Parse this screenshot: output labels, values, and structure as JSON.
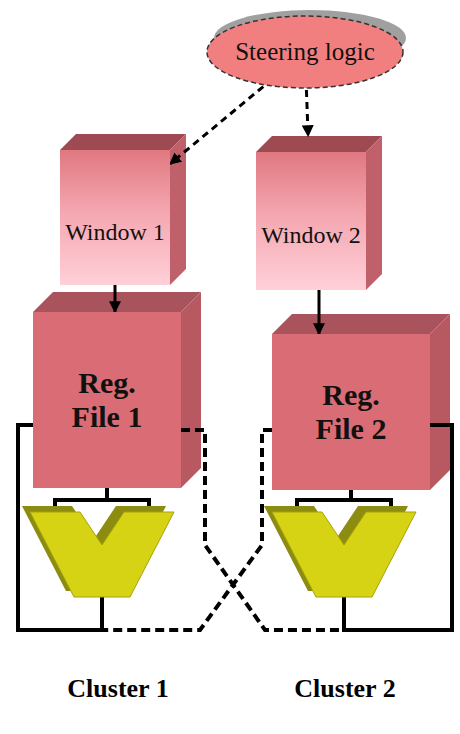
{
  "diagram": {
    "nodes": [
      {
        "text": [
          "Steering logic"
        ]
      },
      {
        "text": [
          "Window 1"
        ]
      },
      {
        "text": [
          "Window 2"
        ]
      },
      {
        "text": [
          "Reg. File 1"
        ]
      },
      {
        "text": [
          "Reg. File 2"
        ]
      }
    ],
    "edges": [
      {
        "from": 0,
        "to": 1,
        "arrow": "to"
      },
      {
        "from": 0,
        "to": 2,
        "arrow": "to"
      },
      {
        "from": 1,
        "to": 3,
        "arrow": "to"
      },
      {
        "from": 2,
        "to": 4,
        "arrow": "to"
      }
    ],
    "labels": [
      "Cluster 1",
      "Cluster 2"
    ]
  }
}
